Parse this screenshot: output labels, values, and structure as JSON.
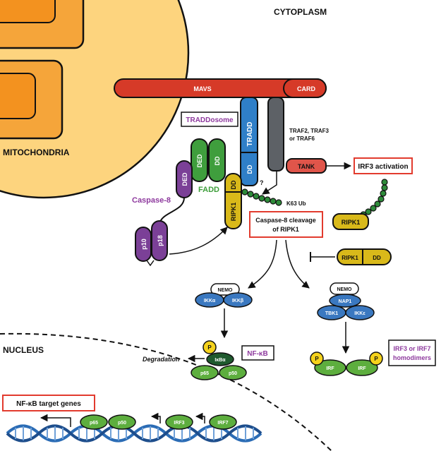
{
  "regions": {
    "cytoplasm": "CYTOPLASM",
    "mitochondria": "MITOCHONDRIA",
    "nucleus": "NUCLEUS"
  },
  "proteins": {
    "mavs": "MAVS",
    "card": "CARD",
    "tradd": "TRADD",
    "fadd_ded": "DED",
    "fadd_dd": "DD",
    "fadd": "FADD",
    "casp8_ded": "DED",
    "casp8": "Caspase-8",
    "p10": "p10",
    "p18": "p18",
    "ripk1": "RIPK1",
    "ripk1_dd": "DD",
    "traddosome": "TRADDosome",
    "traf": "TRAF2, TRAF3 or TRAF6",
    "tank": "TANK",
    "irf3_activation": "IRF3 activation",
    "k63": "K63 Ub",
    "question": "?",
    "ripk1_free": "RIPK1",
    "ripk1_dd_block_a": "RIPK1",
    "ripk1_dd_block_b": "DD",
    "cleavage": "Caspase-8 cleavage of RIPK1",
    "nemo_left": "NEMO",
    "ikka": "IKKα",
    "ikkb": "IKKβ",
    "nemo_right": "NEMO",
    "nap1": "NAP1",
    "tbk1": "TBK1",
    "ikke": "IKKε",
    "p_ikba": "P",
    "ikba": "IκBα",
    "p65": "p65",
    "p50": "p50",
    "nfkb": "NF-κB",
    "degradation": "Degradation",
    "irf_left_p": "P",
    "irf_left": "IRF",
    "irf_right": "IRF",
    "irf_right_p": "P",
    "irf_homodimers": "IRF3 or IRF7 homodimers",
    "nfkb_targets": "NF-κB target genes",
    "dna_p65": "p65",
    "dna_p50": "p50",
    "dna_irf3": "IRF3",
    "dna_irf7": "IRF7"
  },
  "colors": {
    "mito_outer": "#FDD47E",
    "mito_inner": "#F3921F",
    "mavs_red": "#D63A28",
    "tradd_blue": "#2F7FC8",
    "traf_gray": "#5D6166",
    "fadd_green": "#3F9E3D",
    "casp8_purple": "#7B4097",
    "ripk1_yellow": "#D9B91A",
    "tank_red": "#E0554A",
    "ub_green": "#2E8B3A",
    "blue_protein": "#3A78C0",
    "green_protein": "#5DAE3E",
    "dark_green": "#1F5A2E",
    "phospho_yellow": "#F5D21C",
    "dna_blue": "#2B6CB5",
    "box_red": "#E23B2E",
    "purple_text": "#8E3A9E",
    "green_text": "#3E9E3A"
  }
}
